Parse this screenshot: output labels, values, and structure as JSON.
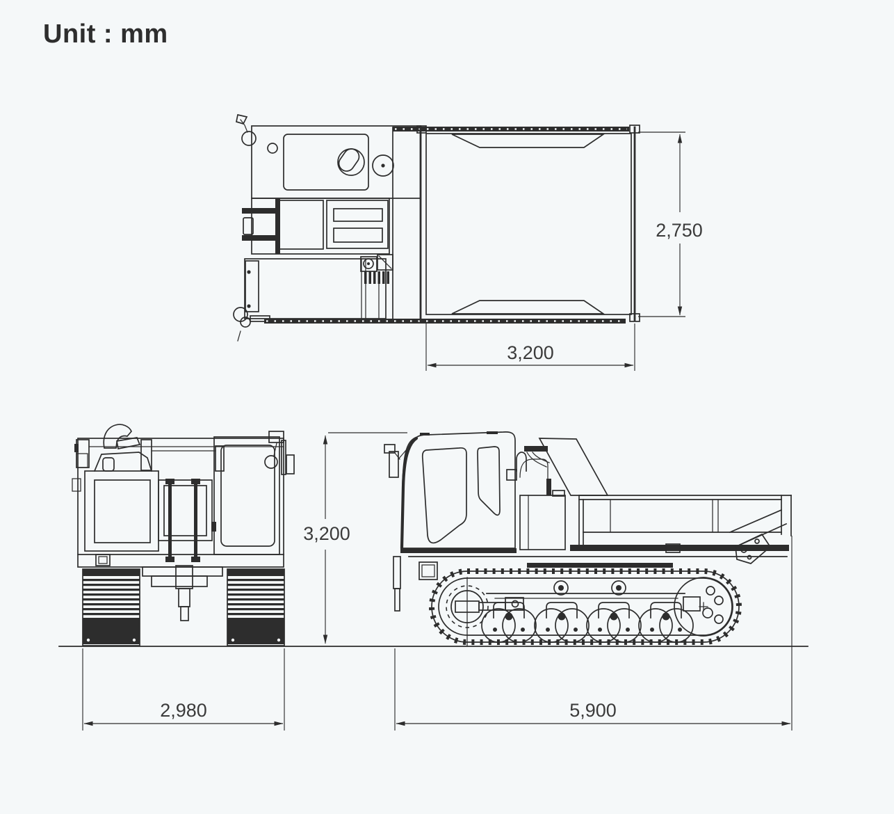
{
  "page": {
    "unit_label": "Unit : mm",
    "background_color": "#f5f8f9",
    "line_color": "#2d2d2d",
    "title_color": "#2e2e2e",
    "dim_text_color": "#3b3b3b"
  },
  "drawing": {
    "views": {
      "top": {
        "dim_bed_width_mm": "2,750",
        "dim_bed_length_mm": "3,200"
      },
      "front": {
        "dim_overall_height_mm": "3,200",
        "dim_overall_width_mm": "2,980"
      },
      "side": {
        "dim_overall_length_mm": "5,900"
      }
    }
  }
}
